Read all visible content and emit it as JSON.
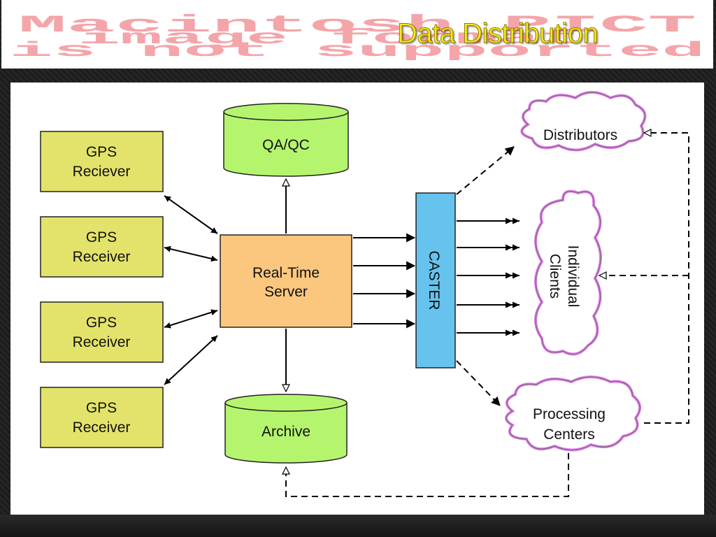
{
  "slide": {
    "title": "Data Distribution",
    "pict_placeholder_text": [
      "Macintosh PICT",
      "image format",
      "is not supported"
    ]
  },
  "diagram": {
    "receivers": [
      {
        "line1": "GPS",
        "line2": "Reciever"
      },
      {
        "line1": "GPS",
        "line2": "Receiver"
      },
      {
        "line1": "GPS",
        "line2": "Receiver"
      },
      {
        "line1": "GPS",
        "line2": "Receiver"
      }
    ],
    "server": {
      "line1": "Real-Time",
      "line2": "Server"
    },
    "qaqc": "QA/QC",
    "archive": "Archive",
    "caster": "CASTER",
    "distributors": "Distributors",
    "clients": {
      "line1": "Individual",
      "line2": "Clients"
    },
    "processing": {
      "line1": "Processing",
      "line2": "Centers"
    }
  },
  "colors": {
    "receiver_fill": "#e3e36b",
    "server_fill": "#fbc77f",
    "cylinder_fill": "#b5f56e",
    "caster_fill": "#66c3ee",
    "cloud_stroke": "#e07ee8",
    "title_color": "#ffec1a",
    "placeholder_color": "#f4a5aa"
  }
}
